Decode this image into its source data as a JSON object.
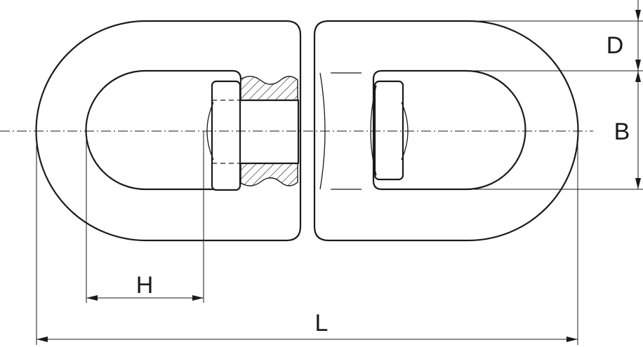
{
  "dimensions": {
    "D": "D",
    "B": "B",
    "H": "H",
    "L": "L"
  },
  "colors": {
    "line": "#1a1a1a",
    "background": "#ffffff"
  }
}
